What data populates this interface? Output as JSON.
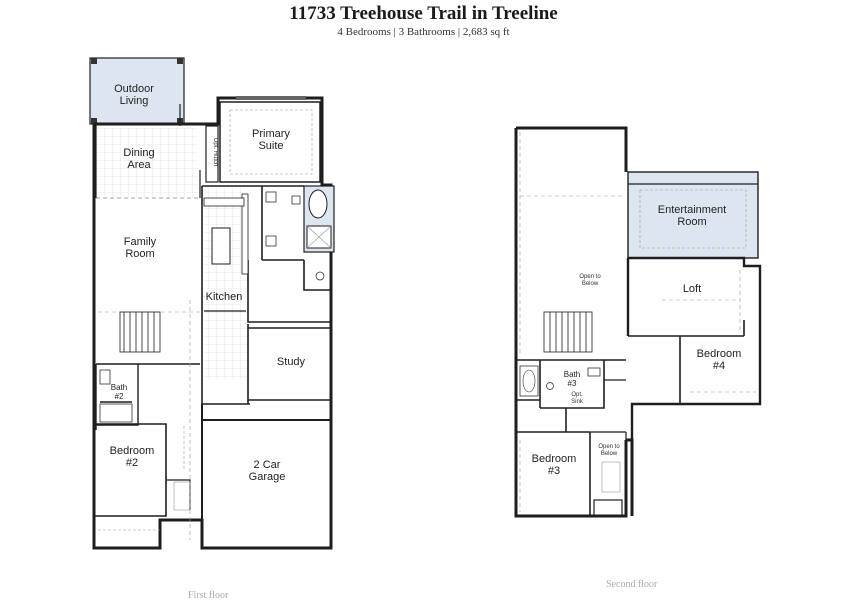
{
  "header": {
    "title": "11733 Treehouse Trail in Treeline",
    "subtitle": "4 Bedrooms | 3 Bathrooms | 2,683 sq ft"
  },
  "first_floor": {
    "label": "First floor",
    "rooms": {
      "outdoor_living": [
        "Outdoor",
        "Living"
      ],
      "dining_area": [
        "Dining",
        "Area"
      ],
      "primary_suite": [
        "Primary",
        "Suite"
      ],
      "family_room": [
        "Family",
        "Room"
      ],
      "kitchen": "Kitchen",
      "study": "Study",
      "bath2": [
        "Bath",
        "#2"
      ],
      "bedroom2": [
        "Bedroom",
        "#2"
      ],
      "garage": [
        "2 Car",
        "Garage"
      ],
      "opt_hutch": "Opt. Hutch"
    }
  },
  "second_floor": {
    "label": "Second floor",
    "rooms": {
      "open_to_below_large": [
        "Open to",
        "Below"
      ],
      "entertainment_room": [
        "Entertainment",
        "Room"
      ],
      "loft": "Loft",
      "bedroom4": [
        "Bedroom",
        "#4"
      ],
      "bath3": [
        "Bath",
        "#3"
      ],
      "opt_sink": [
        "Opt.",
        "Sink"
      ],
      "bedroom3": [
        "Bedroom",
        "#3"
      ],
      "open_to_below_small": [
        "Open to",
        "Below"
      ]
    }
  },
  "colors": {
    "wall": "#1e1e1e",
    "highlight": "#dde6f0",
    "tile": "#d8d8d8",
    "dashed": "#9a9a9a"
  }
}
